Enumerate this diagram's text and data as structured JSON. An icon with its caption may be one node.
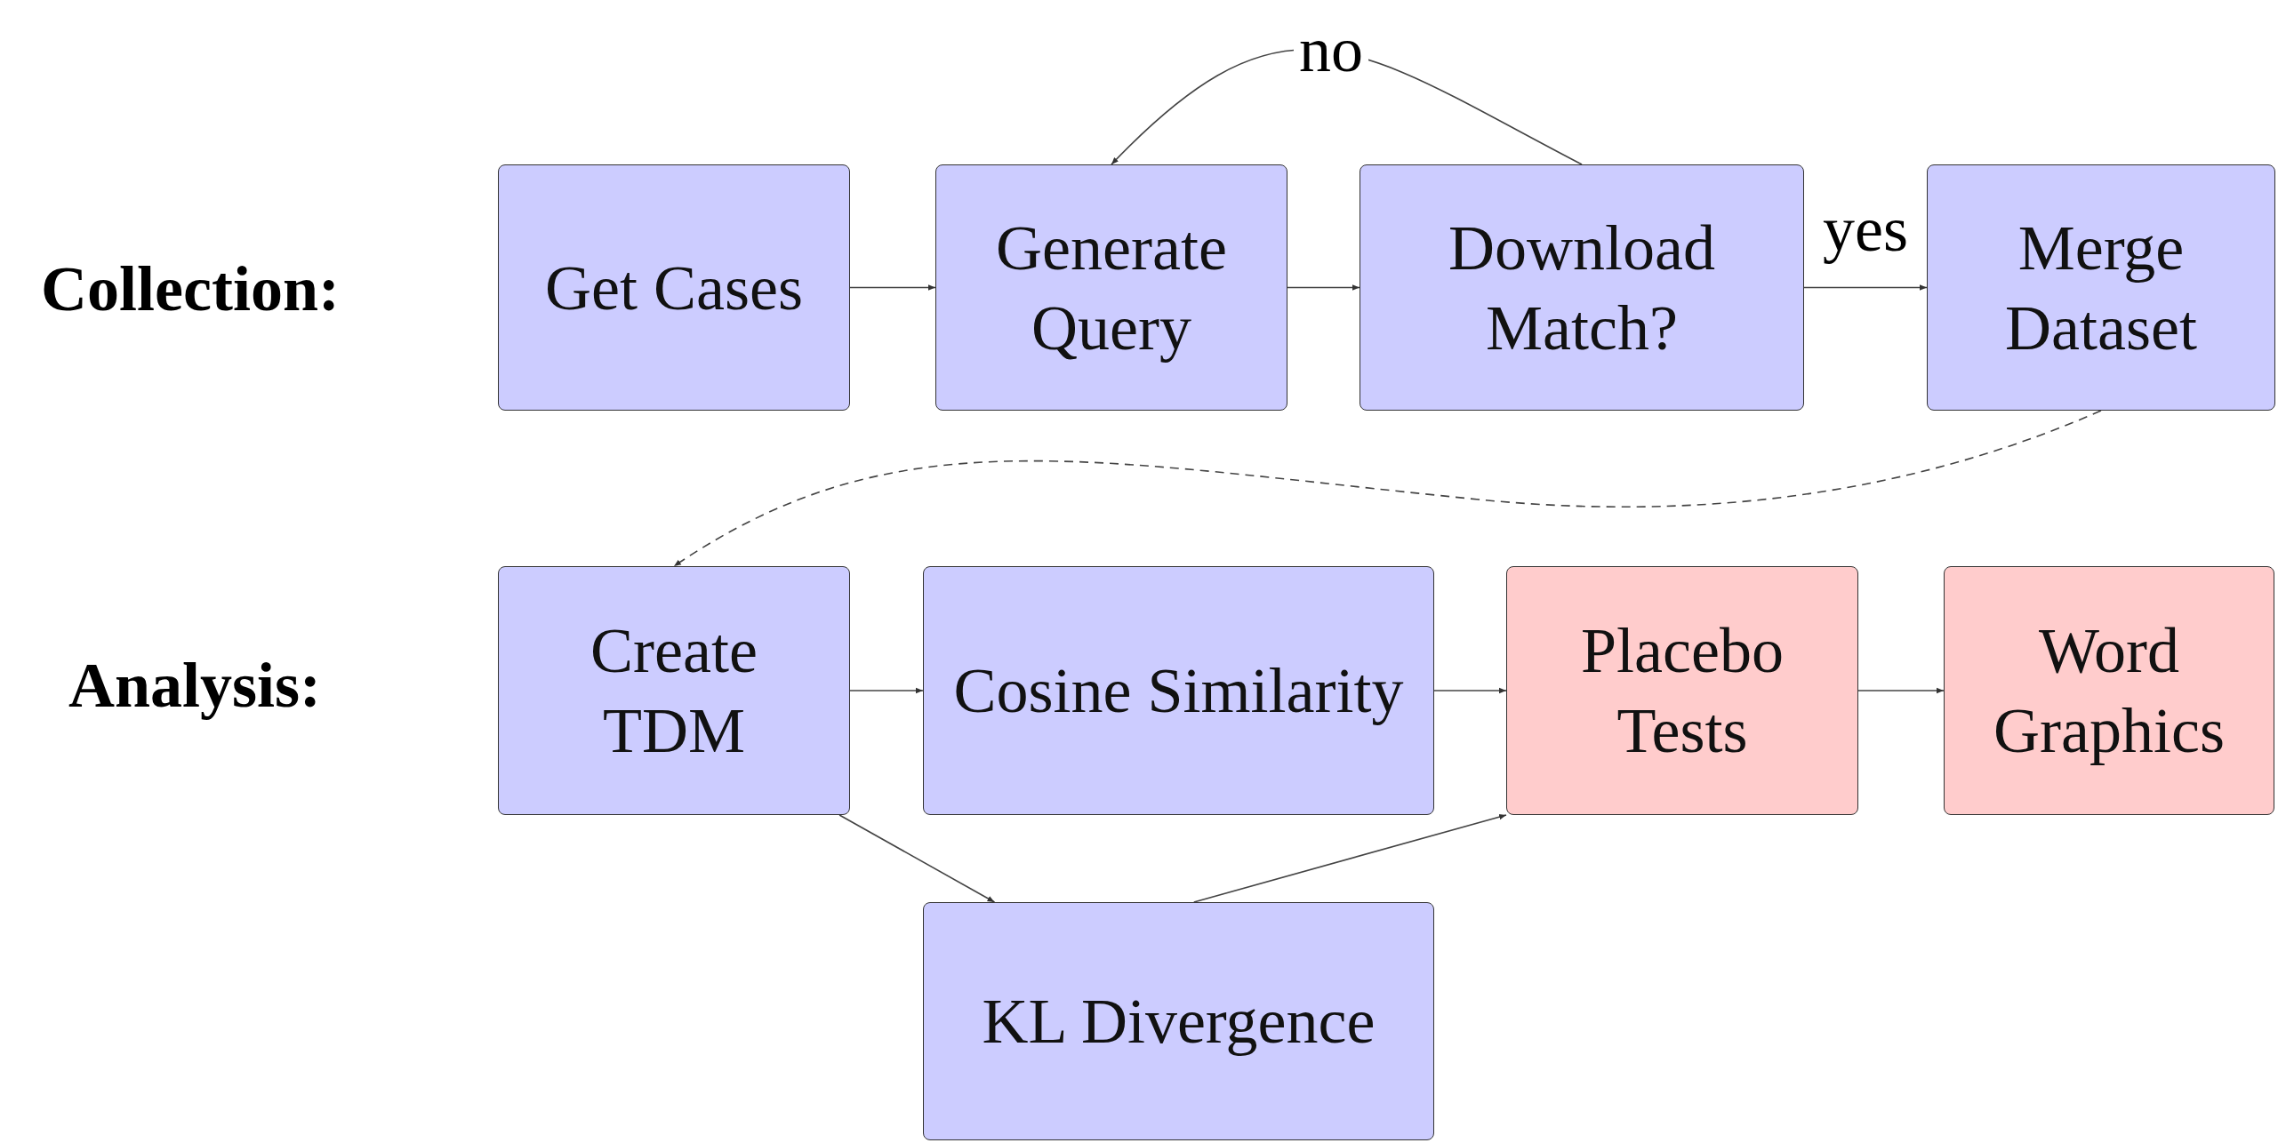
{
  "diagram": {
    "nodes": [
      {
        "text": [
          "Get Cases"
        ]
      },
      {
        "text": [
          "Generate Query"
        ]
      },
      {
        "text": [
          "Download Match?"
        ]
      },
      {
        "text": [
          "Merge Dataset"
        ]
      },
      {
        "text": [
          "Create TDM"
        ]
      },
      {
        "text": [
          "Cosine Similarity"
        ]
      },
      {
        "text": [
          "Placebo Tests"
        ]
      },
      {
        "text": [
          "Word Graphics"
        ]
      },
      {
        "text": [
          "KL Divergence"
        ]
      }
    ],
    "edges": [
      {
        "from": 0,
        "to": 1,
        "arrow": "to"
      },
      {
        "from": 1,
        "to": 2,
        "arrow": "to"
      },
      {
        "from": 2,
        "to": 1,
        "arrow": "to",
        "label": "no"
      },
      {
        "from": 2,
        "to": 3,
        "arrow": "to",
        "label": "yes"
      },
      {
        "from": 3,
        "to": 4,
        "arrow": "to",
        "style": "dashed"
      },
      {
        "from": 4,
        "to": 5,
        "arrow": "to"
      },
      {
        "from": 5,
        "to": 6,
        "arrow": "to"
      },
      {
        "from": 6,
        "to": 7,
        "arrow": "to"
      },
      {
        "from": 4,
        "to": 8,
        "arrow": "to"
      },
      {
        "from": 8,
        "to": 6,
        "arrow": "to"
      }
    ],
    "labels": [
      "Collection:",
      "Analysis:"
    ]
  }
}
